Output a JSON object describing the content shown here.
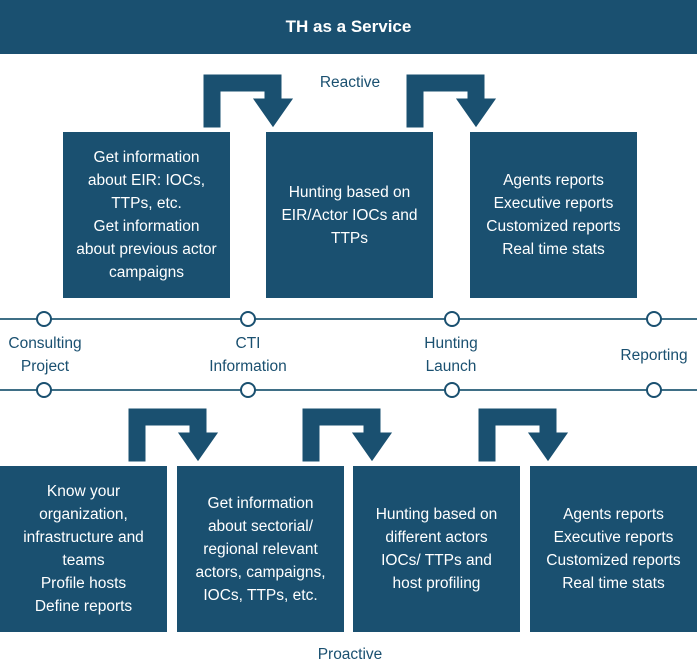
{
  "title": "TH as a Service",
  "reactive": {
    "label": "Reactive",
    "boxes": [
      {
        "lines": [
          "Get information",
          "about EIR: IOCs,",
          "TTPs, etc.",
          "Get information",
          "about previous actor",
          "campaigns"
        ]
      },
      {
        "lines": [
          "Hunting based on",
          "EIR/Actor IOCs and",
          "TTPs"
        ]
      },
      {
        "lines": [
          "Agents reports",
          "Executive reports",
          "Customized reports",
          "Real time stats"
        ]
      }
    ]
  },
  "stages": [
    {
      "lines": [
        "Consulting",
        "Project"
      ]
    },
    {
      "lines": [
        "CTI",
        "Information"
      ]
    },
    {
      "lines": [
        "Hunting",
        "Launch"
      ]
    },
    {
      "lines": [
        "Reporting"
      ]
    }
  ],
  "proactive": {
    "label": "Proactive",
    "boxes": [
      {
        "lines": [
          "Know your",
          "organization,",
          "infrastructure and",
          "teams",
          "Profile hosts",
          "Define reports"
        ]
      },
      {
        "lines": [
          "Get information",
          "about sectorial/",
          "regional relevant",
          "actors, campaigns,",
          "IOCs, TTPs, etc."
        ]
      },
      {
        "lines": [
          "Hunting based on",
          "different actors",
          "IOCs/ TTPs and",
          "host profiling"
        ]
      },
      {
        "lines": [
          "Agents reports",
          "Executive reports",
          "Customized reports",
          "Real time stats"
        ]
      }
    ]
  },
  "colors": {
    "primary": "#1a5070",
    "line": "#3f6f86"
  }
}
